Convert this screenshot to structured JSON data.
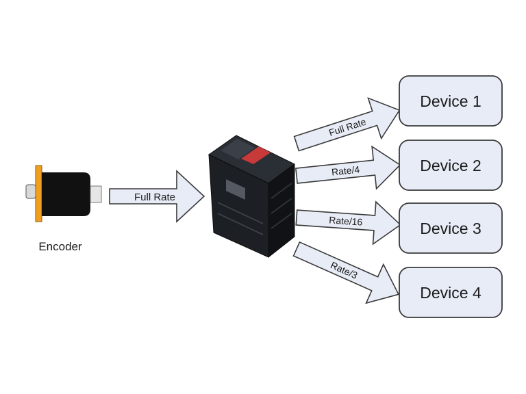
{
  "encoder": {
    "label": "Encoder"
  },
  "input_arrow": {
    "label": "Full Rate"
  },
  "output_arrows": [
    {
      "label": "Full Rate"
    },
    {
      "label": "Rate/4"
    },
    {
      "label": "Rate/16"
    },
    {
      "label": "Rate/3"
    }
  ],
  "devices": [
    {
      "label": "Device 1"
    },
    {
      "label": "Device 2"
    },
    {
      "label": "Device 3"
    },
    {
      "label": "Device 4"
    }
  ],
  "colors": {
    "box_fill": "#e7ecf6",
    "outline": "#3a3a3a",
    "encoder_flange": "#f0a01e",
    "encoder_body": "#111111",
    "module_body": "#1c1f24",
    "module_label": "#c83a3a"
  },
  "icons": [
    "rotary-encoder-icon",
    "divider-module-icon"
  ]
}
